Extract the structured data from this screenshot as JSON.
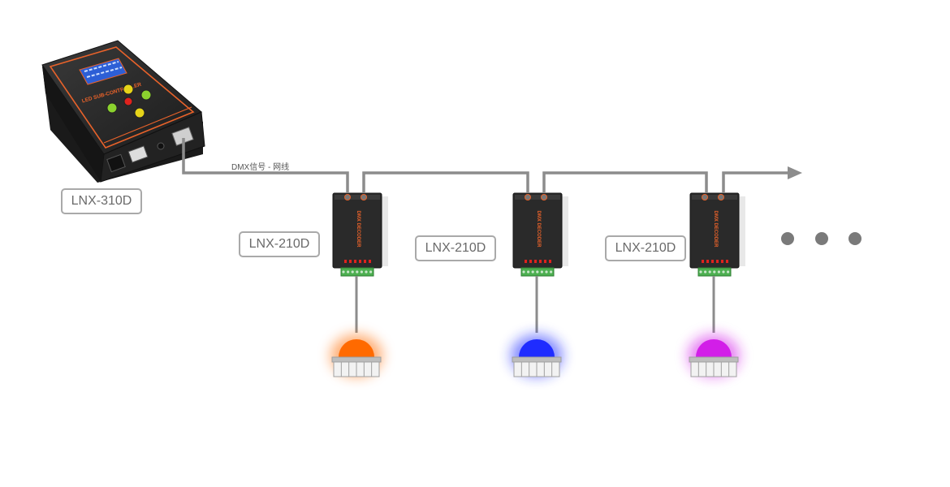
{
  "controller": {
    "model_label": "LNX-310D",
    "screen_text": "LED SUB-CONTROLLER",
    "case_color": "#2b2b2b",
    "accent_color": "#e8622a"
  },
  "link": {
    "label": "DMX信号 - 网线",
    "line_color": "#8c8c8c"
  },
  "decoders": [
    {
      "model_label": "LNX-210D",
      "body_text": "DMX DECODER",
      "light_color": "#ff6a00"
    },
    {
      "model_label": "LNX-210D",
      "body_text": "DMX DECODER",
      "light_color": "#1f2cff"
    },
    {
      "model_label": "LNX-210D",
      "body_text": "DMX DECODER",
      "light_color": "#d21ee8"
    }
  ],
  "continuation": {
    "dot_color": "#7a7a7a",
    "icon": "ellipsis-dots"
  }
}
